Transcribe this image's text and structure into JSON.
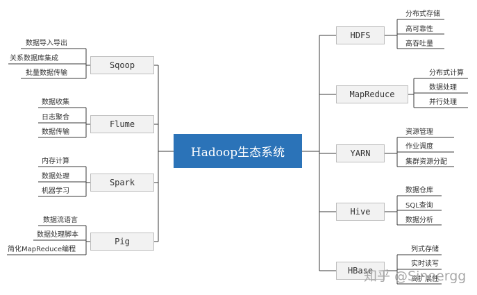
{
  "center": {
    "label": "Hadoop生态系统"
  },
  "left": [
    {
      "label": "Sqoop",
      "children": [
        "数据导入导出",
        "关系数据库集成",
        "批量数据传输"
      ]
    },
    {
      "label": "Flume",
      "children": [
        "数据收集",
        "日志聚合",
        "数据传输"
      ]
    },
    {
      "label": "Spark",
      "children": [
        "内存计算",
        "数据处理",
        "机器学习"
      ]
    },
    {
      "label": "Pig",
      "children": [
        "数据流语言",
        "数据处理脚本",
        "简化MapReduce编程"
      ]
    }
  ],
  "right": [
    {
      "label": "HDFS",
      "children": [
        "分布式存储",
        "高可靠性",
        "高吞吐量"
      ]
    },
    {
      "label": "MapReduce",
      "children": [
        "分布式计算",
        "数据处理",
        "并行处理"
      ]
    },
    {
      "label": "YARN",
      "children": [
        "资源管理",
        "作业调度",
        "集群资源分配"
      ]
    },
    {
      "label": "Hive",
      "children": [
        "数据仓库",
        "SQL查询",
        "数据分析"
      ]
    },
    {
      "label": "HBase",
      "children": [
        "列式存储",
        "实时读写",
        "高扩展性"
      ]
    }
  ],
  "watermark": "知乎 @Sinoergg",
  "colors": {
    "center": "#2b73b8",
    "line": "#3a3a3a",
    "node_fill": "#f2f2f2"
  }
}
